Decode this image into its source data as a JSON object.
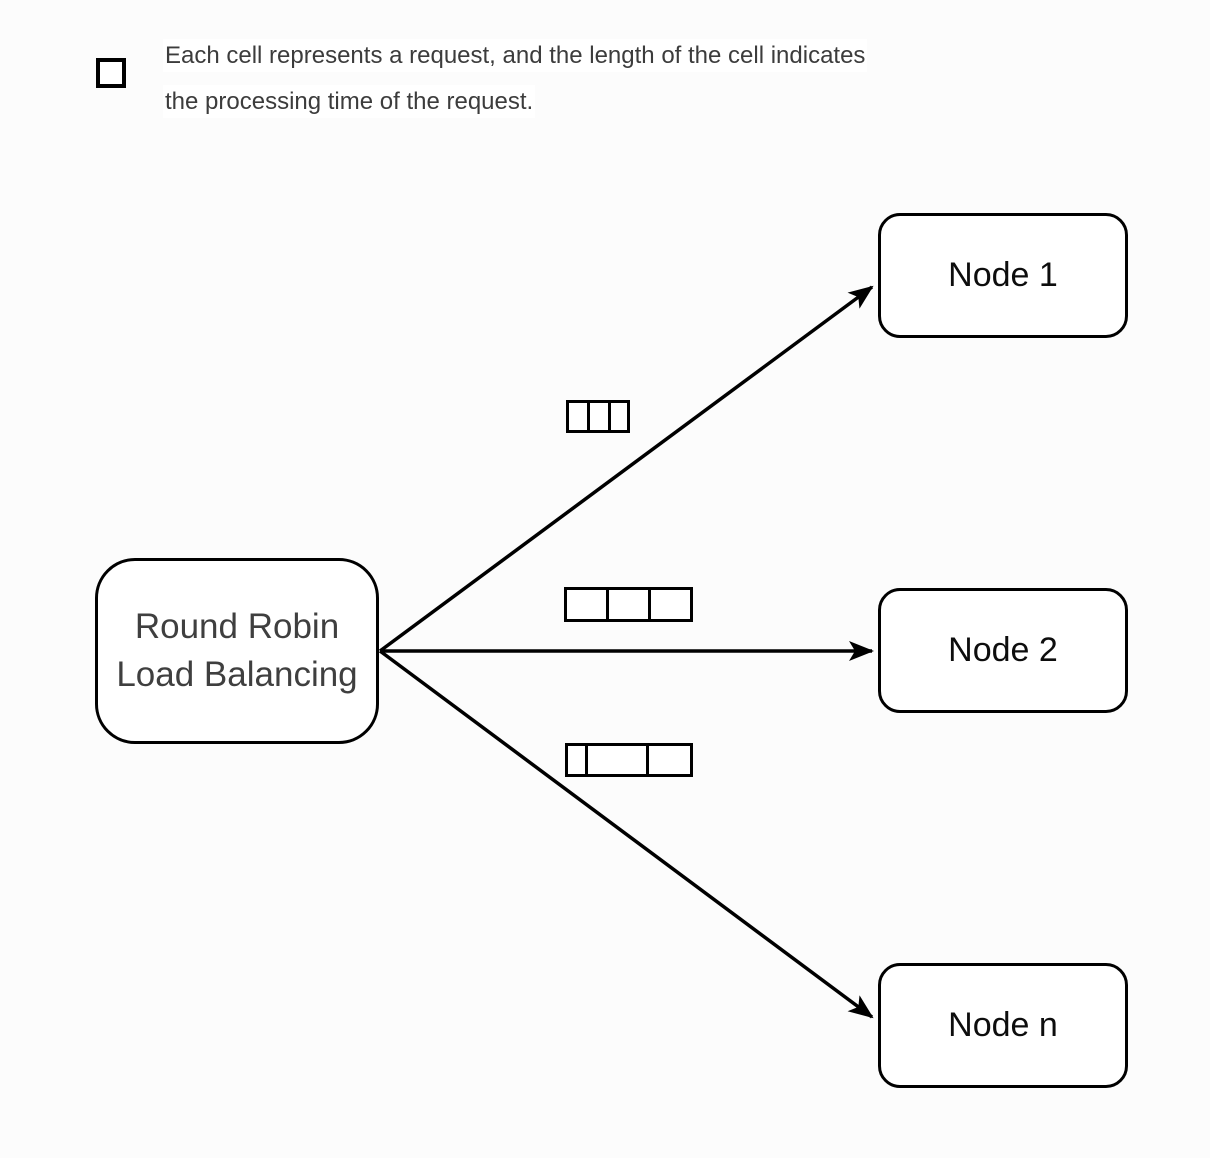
{
  "legend": {
    "icon": "cell-square-icon",
    "line1": "Each cell represents a request, and the length of the cell indicates",
    "line2": "the processing time of the request."
  },
  "diagram": {
    "source": {
      "line1": "Round Robin",
      "line2": "Load Balancing"
    },
    "nodes": [
      {
        "label": "Node 1"
      },
      {
        "label": "Node 2"
      },
      {
        "label": "Node n"
      }
    ],
    "edges": [
      {
        "from": "Round Robin Load Balancing",
        "to": "Node 1"
      },
      {
        "from": "Round Robin Load Balancing",
        "to": "Node 2"
      },
      {
        "from": "Round Robin Load Balancing",
        "to": "Node n"
      }
    ],
    "request_queues": [
      {
        "target": "Node 1",
        "cell_widths": [
          21,
          21,
          19
        ]
      },
      {
        "target": "Node 2",
        "cell_widths": [
          41,
          41,
          41
        ]
      },
      {
        "target": "Node n",
        "cell_widths": [
          17,
          60,
          42
        ]
      }
    ]
  },
  "colors": {
    "stroke": "#000000",
    "node_text": "#0d0d0d",
    "source_text": "#3f3f3f",
    "legend_text": "#3c3c3c",
    "background": "#fcfcfc",
    "highlight": "#ffffff"
  }
}
